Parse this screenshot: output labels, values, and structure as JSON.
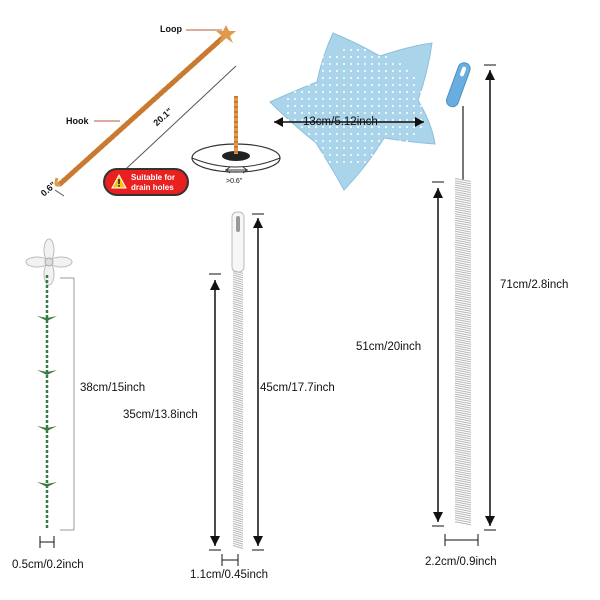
{
  "labels": {
    "loop": "Loop",
    "hook": "Hook",
    "length_20": "20.1\"",
    "width_06": "0.6\"",
    "drain_min": ">0.6\"",
    "drain_badge": "Suitable for drain holes",
    "starfish_size": "13cm/5.12inch",
    "flower_length": "38cm/15inch",
    "flower_width": "0.5cm/0.2inch",
    "brush_small_bristle": "35cm/13.8inch",
    "brush_small_total": "45cm/17.7inch",
    "brush_small_width": "1.1cm/0.45inch",
    "brush_large_bristle": "51cm/20inch",
    "brush_large_total": "71cm/2.8inch",
    "brush_large_width": "2.2cm/0.9inch"
  },
  "colors": {
    "hook_orange": "#e09a4e",
    "starfish_blue": "#a9d4ea",
    "handle_blue": "#6aaee0",
    "flower_green": "#3a7a45",
    "badge_red": "#e8201f"
  }
}
